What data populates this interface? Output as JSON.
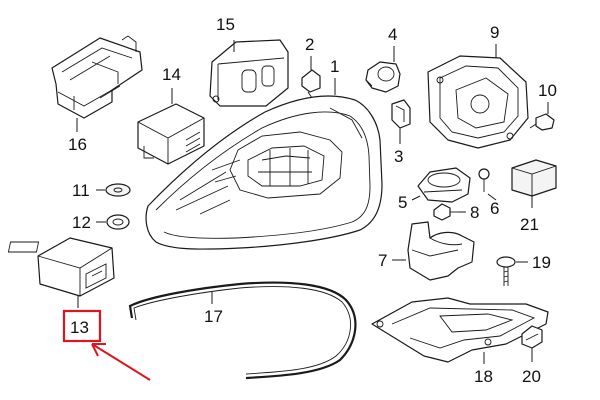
{
  "callouts": {
    "c1": "1",
    "c2": "2",
    "c3": "3",
    "c4": "4",
    "c5": "5",
    "c6": "6",
    "c7": "7",
    "c8": "8",
    "c9": "9",
    "c10": "10",
    "c11": "11",
    "c12": "12",
    "c13": "13",
    "c14": "14",
    "c15": "15",
    "c16": "16",
    "c17": "17",
    "c18": "18",
    "c19": "19",
    "c20": "20",
    "c21": "21"
  },
  "highlight": {
    "part_number": "13",
    "color": "#e0141e"
  },
  "part_icons": [
    "headlamp-assembly",
    "bulb-socket",
    "cover-cap",
    "actuator",
    "ballast-module",
    "screw",
    "bracket",
    "bolt",
    "rear-housing",
    "nut",
    "washer",
    "grommet",
    "control-module",
    "led-driver",
    "lamp-module",
    "mounting-bracket",
    "seal-strip",
    "lower-bracket",
    "bolt",
    "clip",
    "connector"
  ]
}
